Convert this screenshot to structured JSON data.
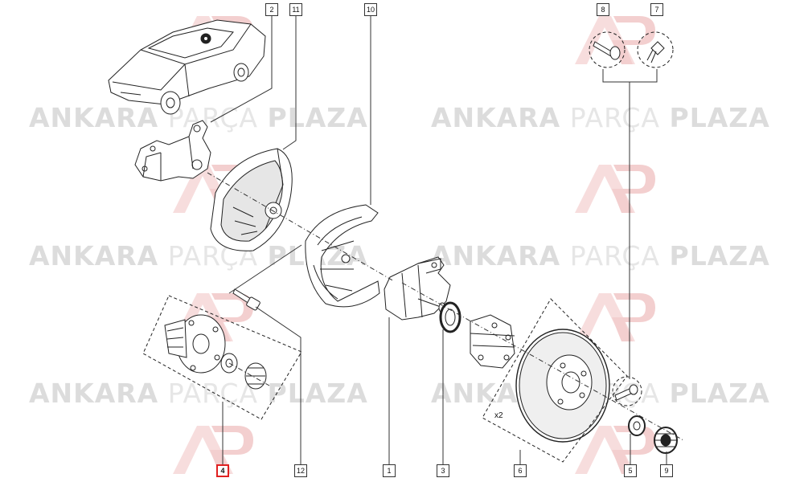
{
  "watermark": {
    "brand_bold_1": "ANKARA",
    "brand_light": "PARÇA",
    "brand_bold_2": "PLAZA"
  },
  "callouts": [
    {
      "id": "c2",
      "label": "2"
    },
    {
      "id": "c11",
      "label": "11"
    },
    {
      "id": "c10",
      "label": "10"
    },
    {
      "id": "c8",
      "label": "8"
    },
    {
      "id": "c7",
      "label": "7"
    },
    {
      "id": "c4",
      "label": "4"
    },
    {
      "id": "c12",
      "label": "12"
    },
    {
      "id": "c1",
      "label": "1"
    },
    {
      "id": "c3",
      "label": "3"
    },
    {
      "id": "c6",
      "label": "6"
    },
    {
      "id": "c5",
      "label": "5"
    },
    {
      "id": "c9",
      "label": "9"
    }
  ],
  "quantity_note": "x2"
}
